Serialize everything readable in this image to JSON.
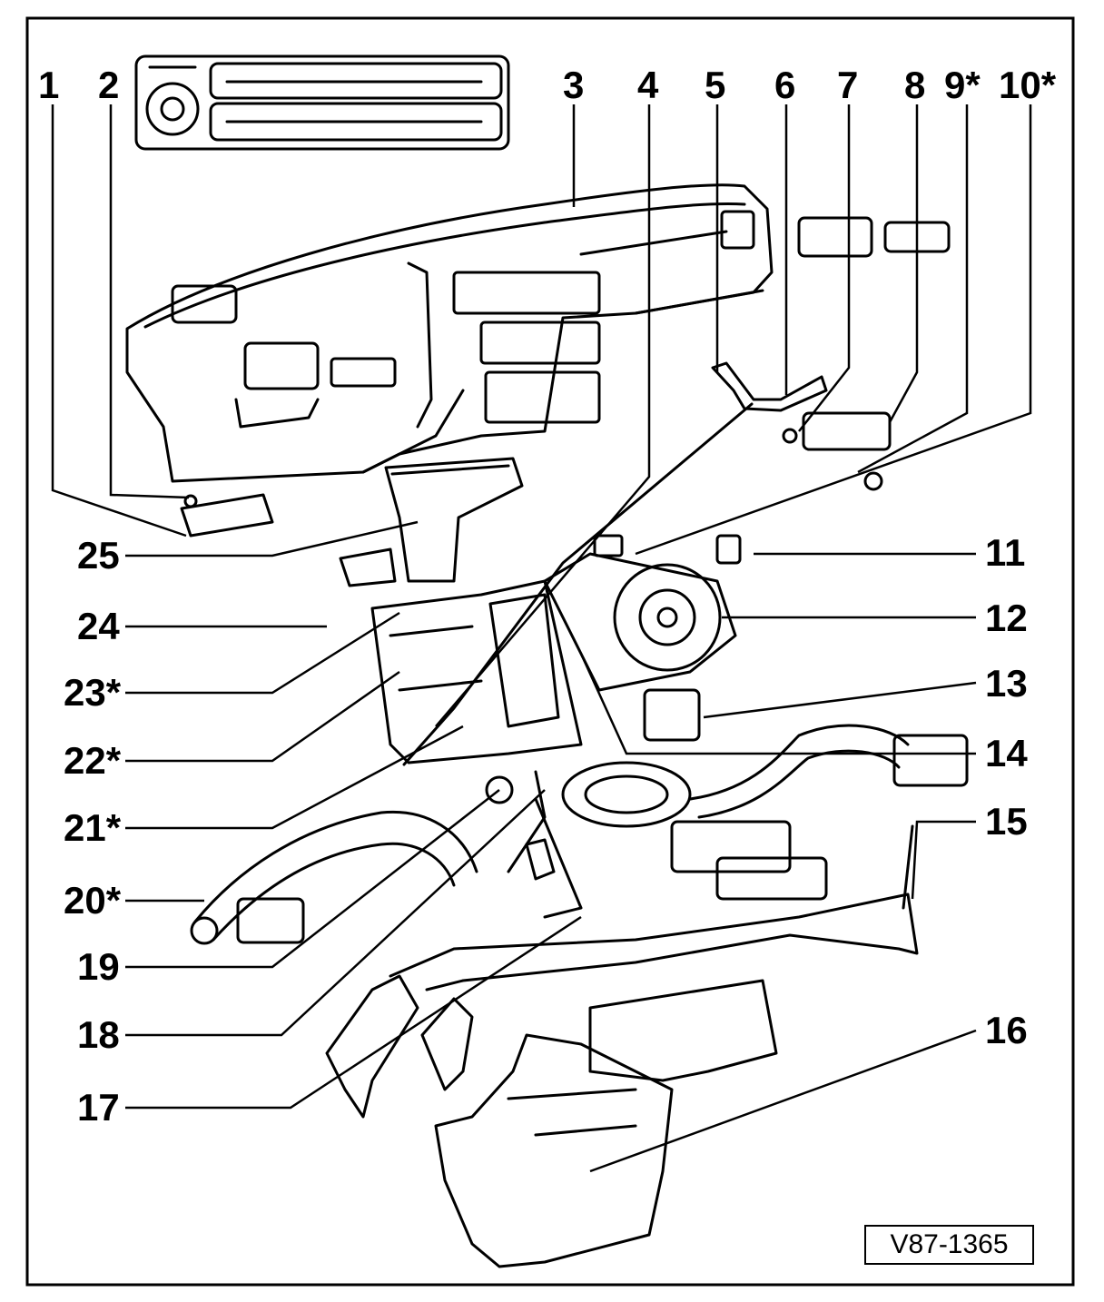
{
  "diagram": {
    "reference_code": "V87-1365",
    "callouts": [
      {
        "id": "c1",
        "label": "1"
      },
      {
        "id": "c2",
        "label": "2"
      },
      {
        "id": "c3",
        "label": "3"
      },
      {
        "id": "c4",
        "label": "4"
      },
      {
        "id": "c5",
        "label": "5"
      },
      {
        "id": "c6",
        "label": "6"
      },
      {
        "id": "c7",
        "label": "7"
      },
      {
        "id": "c8",
        "label": "8"
      },
      {
        "id": "c9",
        "label": "9*"
      },
      {
        "id": "c10",
        "label": "10*"
      },
      {
        "id": "c11",
        "label": "11"
      },
      {
        "id": "c12",
        "label": "12"
      },
      {
        "id": "c13",
        "label": "13"
      },
      {
        "id": "c14",
        "label": "14"
      },
      {
        "id": "c15",
        "label": "15"
      },
      {
        "id": "c16",
        "label": "16"
      },
      {
        "id": "c17",
        "label": "17"
      },
      {
        "id": "c18",
        "label": "18"
      },
      {
        "id": "c19",
        "label": "19"
      },
      {
        "id": "c20",
        "label": "20*"
      },
      {
        "id": "c21",
        "label": "21*"
      },
      {
        "id": "c22",
        "label": "22*"
      },
      {
        "id": "c23",
        "label": "23*"
      },
      {
        "id": "c24",
        "label": "24"
      },
      {
        "id": "c25",
        "label": "25"
      }
    ]
  }
}
